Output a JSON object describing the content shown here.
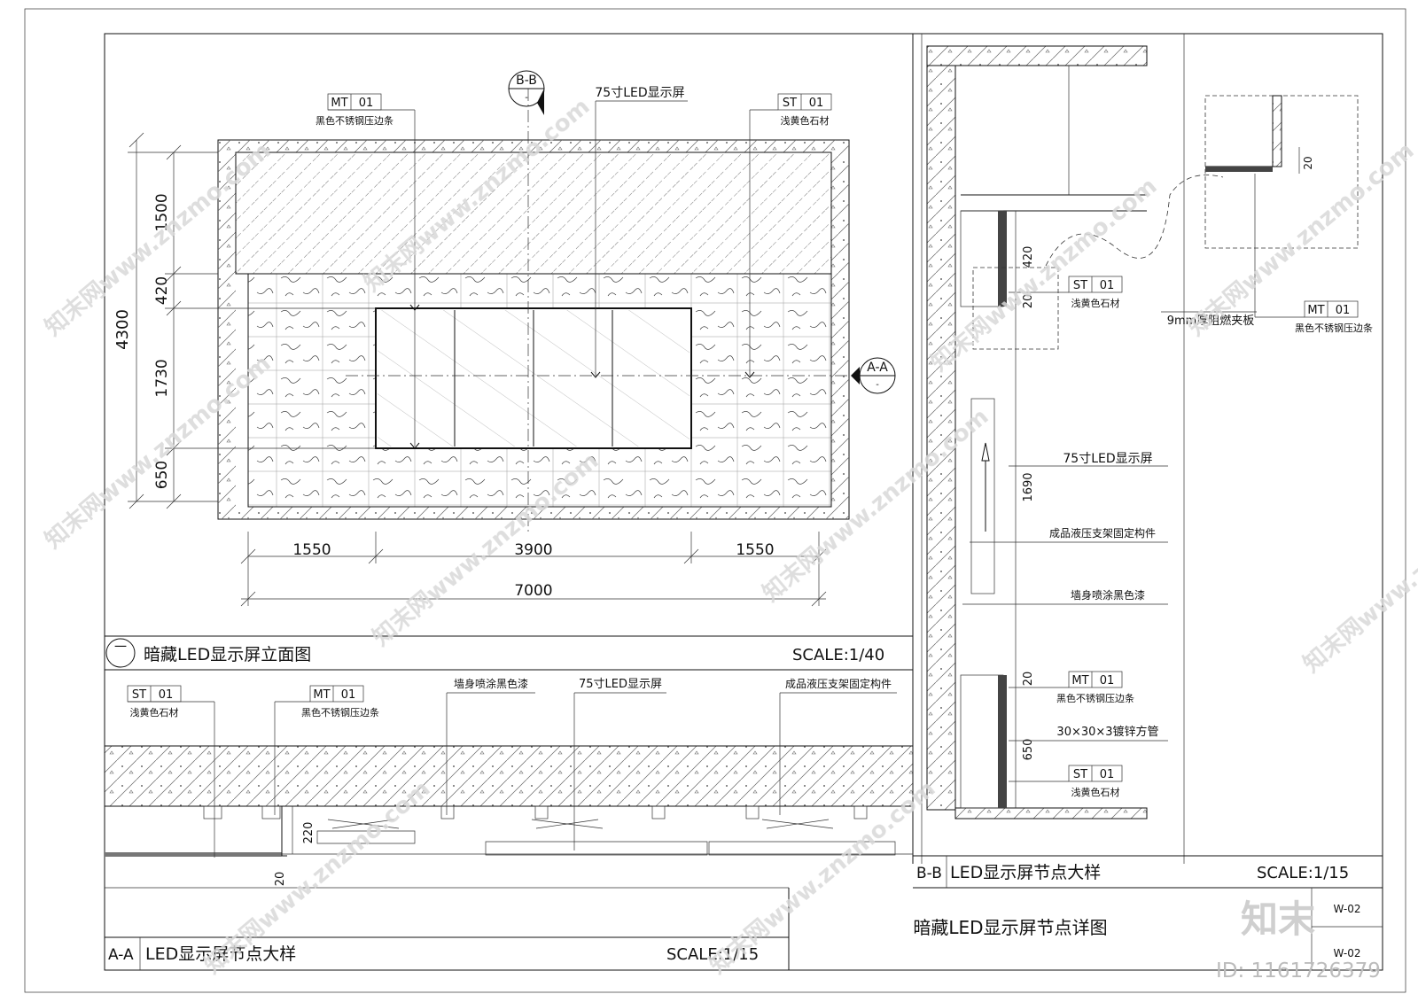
{
  "watermark": {
    "site_text": "知末网www.znzmo.com",
    "logo": "知末",
    "id_label": "ID: 1161726379"
  },
  "sheet": {
    "title": "暗藏LED显示屏节点详图",
    "number_top": "W-02",
    "number_bottom": "W-02"
  },
  "elevation": {
    "view_no": "一",
    "title": "暗藏LED显示屏立面图",
    "scale": "SCALE:1/40",
    "dims_vertical": {
      "total": "4300",
      "d1": "1500",
      "d2": "420",
      "d3": "1730",
      "d4": "650"
    },
    "dims_horizontal": {
      "left": "1550",
      "middle": "3900",
      "right": "1550",
      "total": "7000"
    },
    "tags": [
      {
        "code": "MT",
        "num": "01",
        "desc": "黑色不锈钢压边条"
      },
      {
        "code": "ST",
        "num": "01",
        "desc": "浅黄色石材"
      }
    ],
    "screen_label": "75寸LED显示屏",
    "section_bb": "B-B",
    "section_aa": "A-A",
    "section_sub": "-"
  },
  "section_aa": {
    "title_code": "A-A",
    "title": "LED显示屏节点大样",
    "scale": "SCALE:1/15",
    "tags": [
      {
        "code": "ST",
        "num": "01",
        "desc": "浅黄色石材"
      },
      {
        "code": "MT",
        "num": "01",
        "desc": "黑色不锈钢压边条"
      }
    ],
    "labels": [
      "墙身喷涂黑色漆",
      "75寸LED显示屏",
      "成品液压支架固定构件"
    ],
    "dim_220": "220",
    "dim_20": "20"
  },
  "section_bb": {
    "title_code": "B-B",
    "title": "LED显示屏节点大样",
    "scale": "SCALE:1/15",
    "dims": {
      "d420": "420",
      "d20a": "20",
      "d1690": "1690",
      "d20b": "20",
      "d650": "650",
      "d20c": "20"
    },
    "labels": {
      "screen": "75寸LED显示屏",
      "bracket": "成品液压支架固定构件",
      "paint": "墙身喷涂黑色漆",
      "tube": "30×30×3镀锌方管",
      "board": "9mm厚阻燃夹板"
    },
    "tags": [
      {
        "code": "ST",
        "num": "01",
        "desc": "浅黄色石材"
      },
      {
        "code": "MT",
        "num": "01",
        "desc": "黑色不锈钢压边条"
      },
      {
        "code": "ST",
        "num": "01",
        "desc": "浅黄色石材"
      },
      {
        "code": "MT",
        "num": "01",
        "desc": "黑色不锈钢压边条"
      }
    ]
  }
}
